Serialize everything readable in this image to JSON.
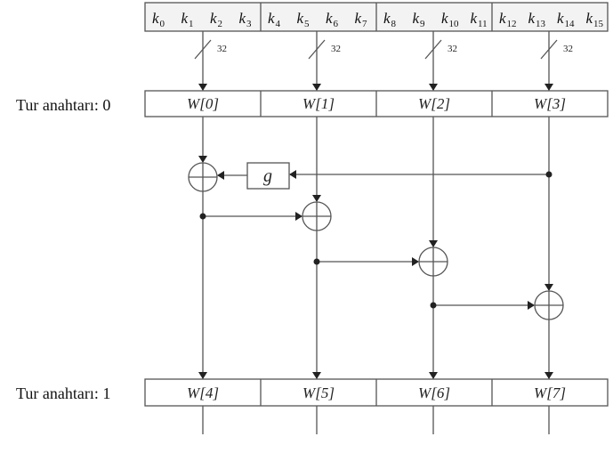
{
  "keys": [
    "0",
    "1",
    "2",
    "3",
    "4",
    "5",
    "6",
    "7",
    "8",
    "9",
    "10",
    "11",
    "12",
    "13",
    "14",
    "15"
  ],
  "key_letter": "k",
  "bus_width": "32",
  "round0": {
    "label": "Tur anahtarı: 0",
    "words": [
      "W[0]",
      "W[1]",
      "W[2]",
      "W[3]"
    ]
  },
  "round1": {
    "label": "Tur anahtarı: 1",
    "words": [
      "W[4]",
      "W[5]",
      "W[6]",
      "W[7]"
    ]
  },
  "g_label": "g"
}
